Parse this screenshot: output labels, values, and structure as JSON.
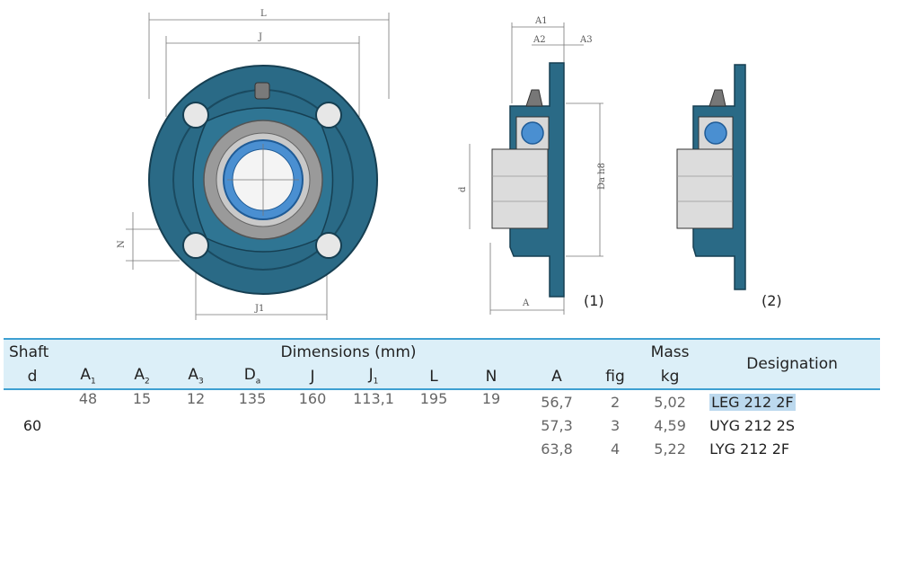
{
  "drawing": {
    "front_labels": {
      "L": "L",
      "J": "J",
      "J1": "J1",
      "N": "N"
    },
    "section_labels": {
      "A1": "A1",
      "A2": "A2",
      "A3": "A3",
      "d": "d",
      "Da": "Da h8",
      "A": "A"
    },
    "figure_captions": [
      "(1)",
      "(2)"
    ]
  },
  "table": {
    "group_headers": {
      "shaft": "Shaft",
      "dimensions": "Dimensions (mm)",
      "mass": "Mass",
      "designation": "Designation"
    },
    "columns": {
      "d": "d",
      "A1_base": "A",
      "A1_sub": "1",
      "A2_base": "A",
      "A2_sub": "2",
      "A3_base": "A",
      "A3_sub": "3",
      "Da_base": "D",
      "Da_sub": "a",
      "J": "J",
      "J1_base": "J",
      "J1_sub": "1",
      "L": "L",
      "N": "N",
      "A": "A",
      "fig": "fig",
      "kg": "kg"
    },
    "shaft_d": "60",
    "common": {
      "A1": "48",
      "A2": "15",
      "A3": "12",
      "Da": "135",
      "J": "160",
      "J1": "113,1",
      "L": "195",
      "N": "19"
    },
    "rows": [
      {
        "A": "56,7",
        "fig": "2",
        "kg": "5,02",
        "designation": "LEG 212 2F"
      },
      {
        "A": "57,3",
        "fig": "3",
        "kg": "4,59",
        "designation": "UYG 212 2S"
      },
      {
        "A": "63,8",
        "fig": "4",
        "kg": "5,22",
        "designation": "LYG 212 2F"
      }
    ]
  }
}
